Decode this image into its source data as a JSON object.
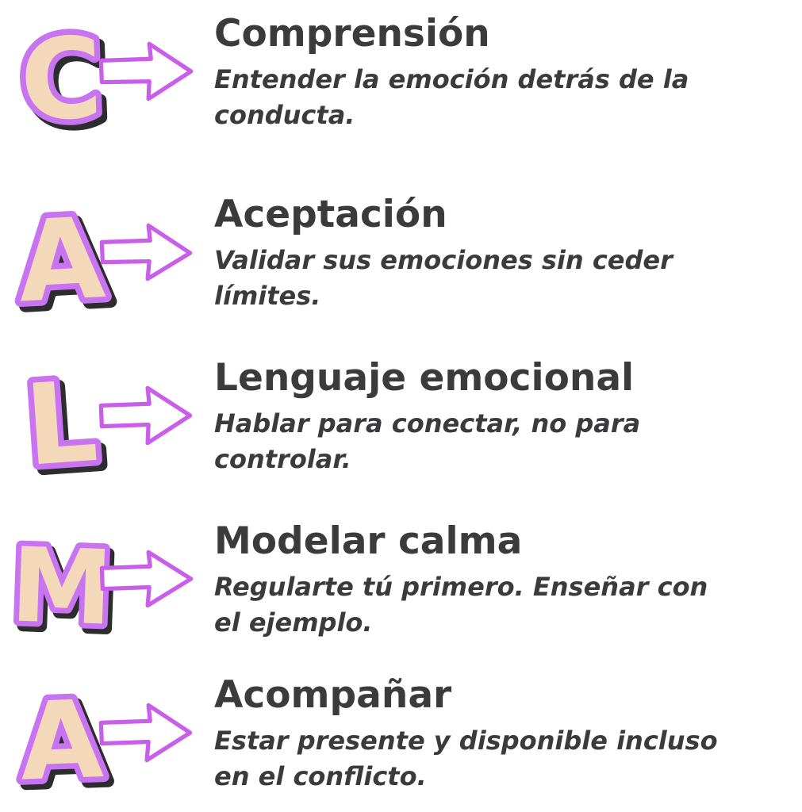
{
  "acronym": "CALMA",
  "colors": {
    "letter_fill": "#f3d9ba",
    "letter_outline": "#c873f0",
    "letter_shadow": "#2d2d30",
    "arrow_stroke": "#c95fe9",
    "arrow_fill": "#ffffff",
    "text_color": "#3b3b3d",
    "bg_color": "#ffffff"
  },
  "items": [
    {
      "letter": "C",
      "title": "Comprensión",
      "description": "Entender la emoción detrás de la\nconducta."
    },
    {
      "letter": "A",
      "title": "Aceptación",
      "description": "Validar sus emociones sin ceder\nlímites."
    },
    {
      "letter": "L",
      "title": "Lenguaje emocional",
      "description": "Hablar para conectar, no para\ncontrolar."
    },
    {
      "letter": "M",
      "title": "Modelar calma",
      "description": "Regularte tú primero. Enseñar con\nel ejemplo."
    },
    {
      "letter": "A",
      "title": "Acompañar",
      "description": "Estar presente y disponible incluso\nen el conflicto."
    }
  ]
}
